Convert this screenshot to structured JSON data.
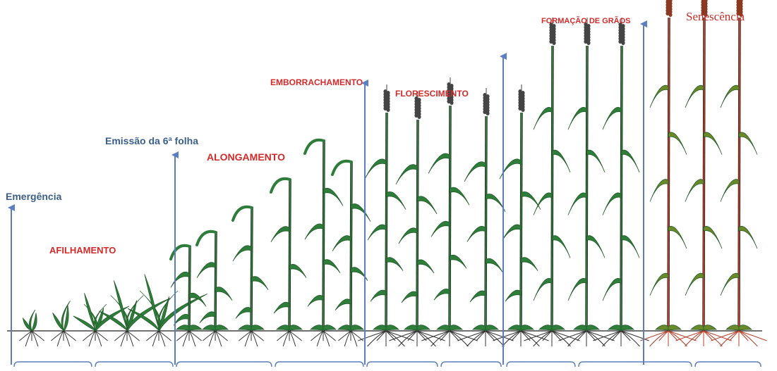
{
  "labels": {
    "emergencia": "Emergência",
    "afilhamento": "AFILHAMENTO",
    "emissao": "Emissão da 6ª folha",
    "alongamento": "ALONGAMENTO",
    "emborrachamento": "EMBORRACHAMENTO",
    "florescimento": "FLORESCIMENTO",
    "formacao": "FORMAÇÃO DE GRÃOS",
    "senescencia": "Senescência"
  },
  "colors": {
    "marker_blue": "#5b7fbf",
    "milestone_text": "#3b5f8a",
    "phase_text": "#d42a2a",
    "leaf_green": "#2f7d3a",
    "leaf_dark": "#1f5a27",
    "stem_outline": "#1a1a1a",
    "senescent_stem": "#b8402a",
    "senescent_leaf": "#6a8a2a",
    "spike": "#444444",
    "ground": "#444444",
    "root": "#333333"
  },
  "icons": {
    "milestone_marker": "up-arrow-icon",
    "plant": "wheat-plant-icon"
  }
}
